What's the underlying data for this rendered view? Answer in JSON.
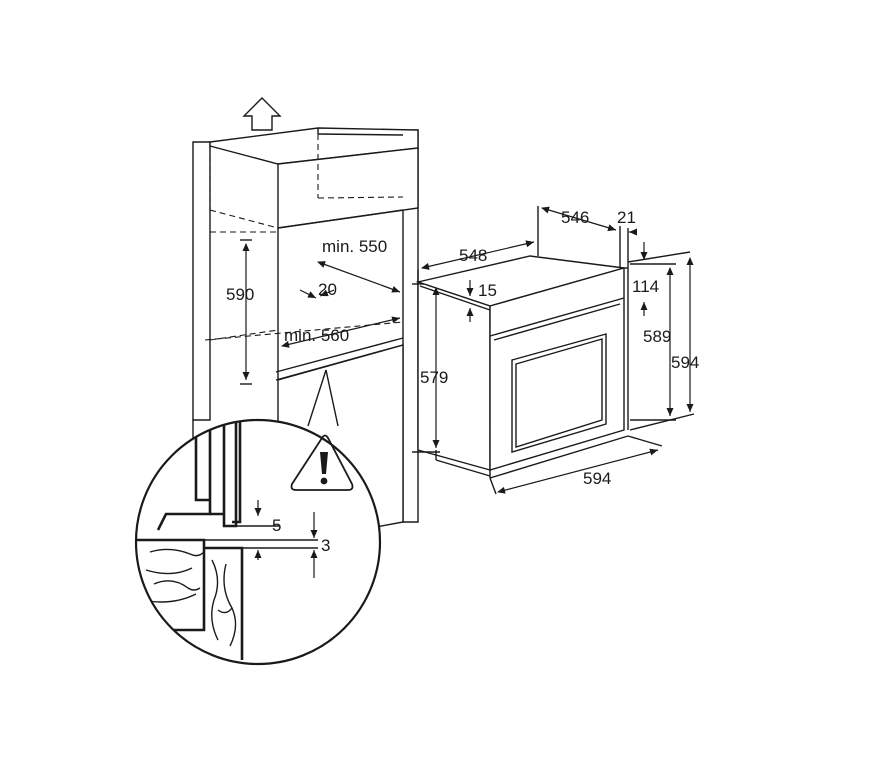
{
  "dimensions": {
    "cabinet_height": "590",
    "cabinet_depth": "min. 550",
    "cabinet_gap": "20",
    "cabinet_width": "min. 560",
    "oven_depth_total": "548",
    "oven_depth_body": "546",
    "front_depth": "21",
    "top_offset": "114",
    "top_gap": "15",
    "body_height": "579",
    "inner_height": "589",
    "front_height": "594",
    "front_width": "594",
    "detail_gap": "5",
    "detail_step": "3"
  },
  "icons": {
    "ventilation": "up-arrow-icon",
    "caution": "warning-icon"
  },
  "colors": {
    "line": "#1a1a1a",
    "background": "#ffffff"
  }
}
